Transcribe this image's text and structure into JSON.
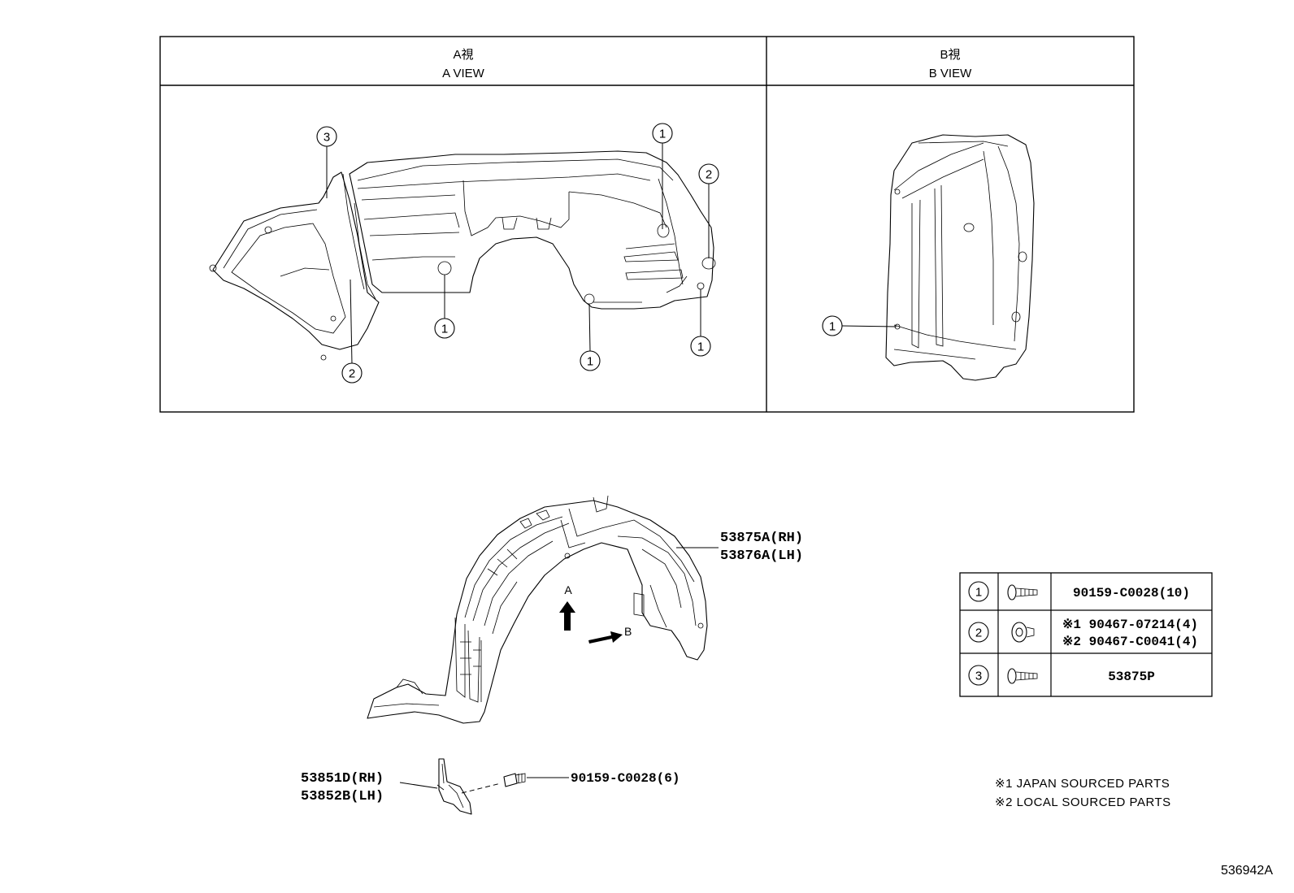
{
  "views": {
    "a": {
      "label_jp": "A視",
      "label_en": "A VIEW"
    },
    "b": {
      "label_jp": "B視",
      "label_en": "B VIEW"
    }
  },
  "callouts": {
    "a_view": [
      "3",
      "1",
      "2",
      "2",
      "1",
      "1",
      "1"
    ],
    "b_view": [
      "1"
    ]
  },
  "parts": {
    "liner": [
      "53875A(RH)",
      "53876A(LH)"
    ],
    "flap": [
      "53851D(RH)",
      "53852B(LH)"
    ],
    "flap_screw": "90159-C0028(6)",
    "arrow_a": "A",
    "arrow_b": "B"
  },
  "fastener_table": {
    "rows": [
      {
        "num": "1",
        "icon": "screw-icon",
        "lines": [
          "90159-C0028(10)"
        ]
      },
      {
        "num": "2",
        "icon": "clip-icon",
        "lines": [
          "※1 90467-07214(4)",
          "※2 90467-C0041(4)"
        ]
      },
      {
        "num": "3",
        "icon": "screw-icon",
        "lines": [
          "53875P"
        ]
      }
    ]
  },
  "notes": [
    "※1 JAPAN SOURCED PARTS",
    "※2 LOCAL SOURCED PARTS"
  ],
  "diagram_id": "536942A"
}
